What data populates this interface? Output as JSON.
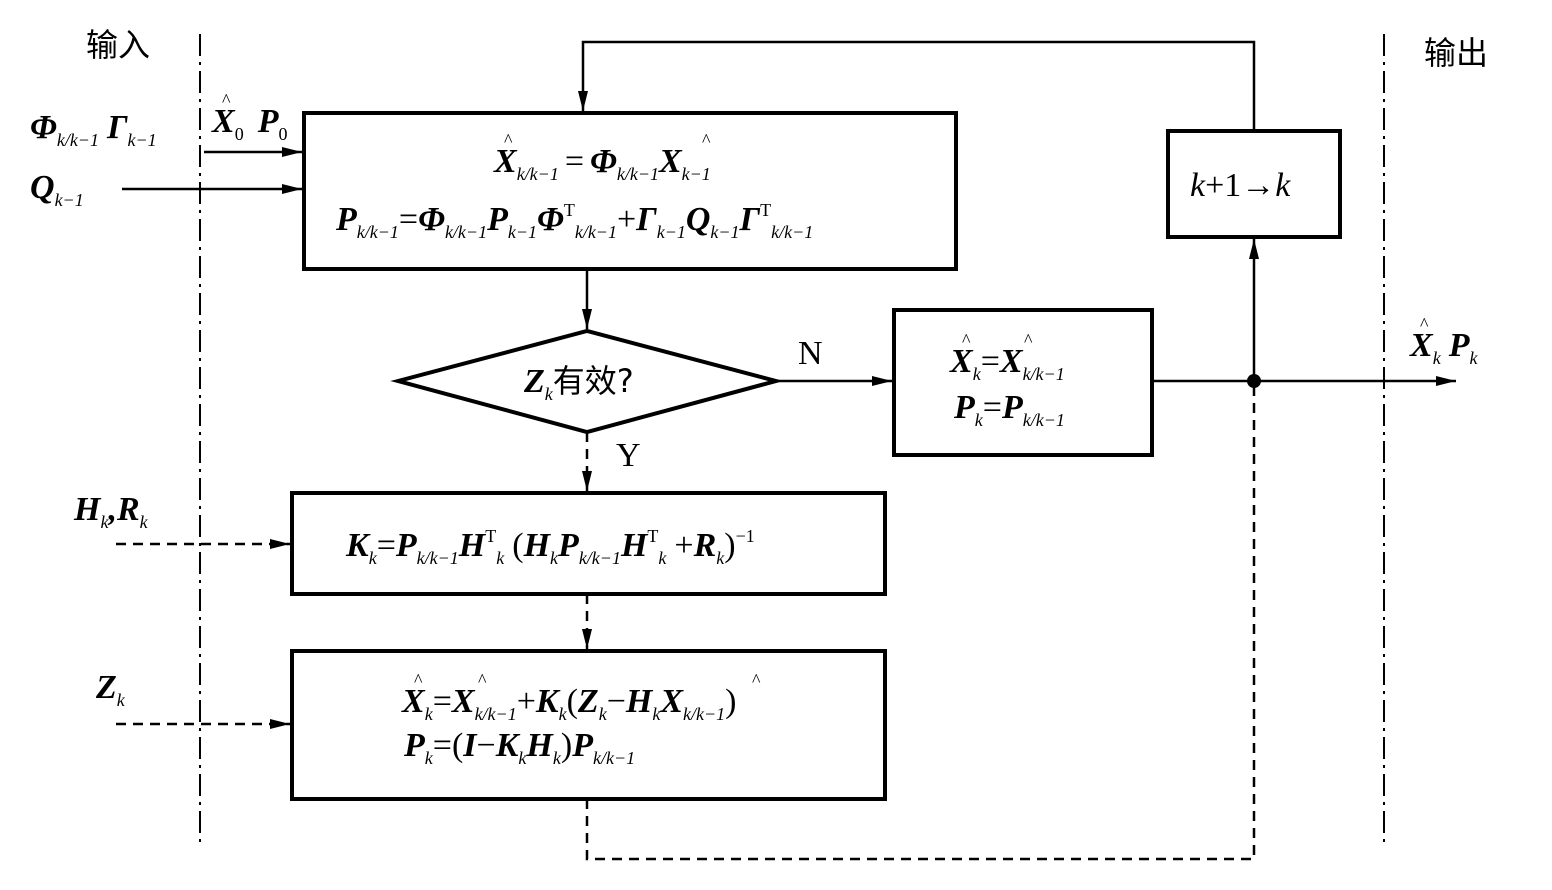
{
  "labels": {
    "input": "输入",
    "output": "输出",
    "decision_text": "有效?",
    "yes": "Y",
    "no": "N",
    "increment_k": "k",
    "increment_plus": "+",
    "increment_one": "1",
    "increment_arrow": "→",
    "increment_k2": "k"
  },
  "symbols": {
    "X": "X",
    "P": "P",
    "Phi": "Φ",
    "Gamma": "Γ",
    "Q": "Q",
    "K": "K",
    "H": "H",
    "R": "R",
    "Z": "Z",
    "I": "I",
    "hat": "^",
    "T": "T",
    "sub_k": "k",
    "sub_kk1": "k/k−1",
    "sub_k1": "k−1",
    "sub_0": "0",
    "exp_m1": "−1",
    "eq": "=",
    "plus": "+",
    "minus": "−",
    "lp": "(",
    "rp": ")",
    "comma": ","
  },
  "colors": {
    "stroke": "#000000",
    "background": "#ffffff"
  }
}
